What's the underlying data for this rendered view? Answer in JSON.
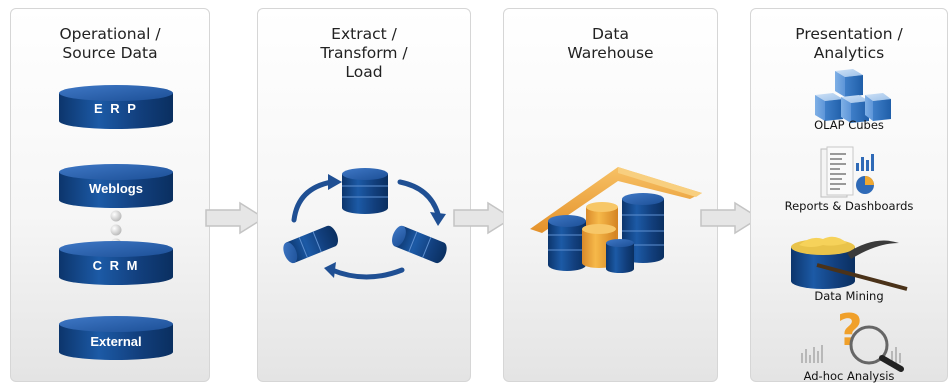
{
  "columns": [
    {
      "title_lines": [
        "Operational /",
        "Source Data"
      ]
    },
    {
      "title_lines": [
        "Extract /",
        "Transform /",
        "Load"
      ]
    },
    {
      "title_lines": [
        "Data",
        "Warehouse"
      ]
    },
    {
      "title_lines": [
        "Presentation /",
        "Analytics"
      ]
    }
  ],
  "sources": [
    "E R P",
    "Weblogs",
    "C R M",
    "External"
  ],
  "tools": [
    "OLAP Cubes",
    "Reports & Dashboards",
    "Data Mining",
    "Ad-hoc Analysis"
  ],
  "colors": {
    "db_dark": "#0f3f7e",
    "db_light": "#3f6fb5",
    "arrow_blue": "#1f4f93",
    "roof_orange": "#f0a830",
    "gold_cylinder": "#f2ad36",
    "flow_arrow_fill": "#e6e6e6",
    "flow_arrow_stroke": "#c4c4c4"
  },
  "icons": [
    "database-cylinder-icon",
    "cycle-arrow-icon",
    "warehouse-icon",
    "cube-stack-icon",
    "report-icon",
    "pickaxe-icon",
    "magnifier-icon",
    "question-mark-icon"
  ]
}
